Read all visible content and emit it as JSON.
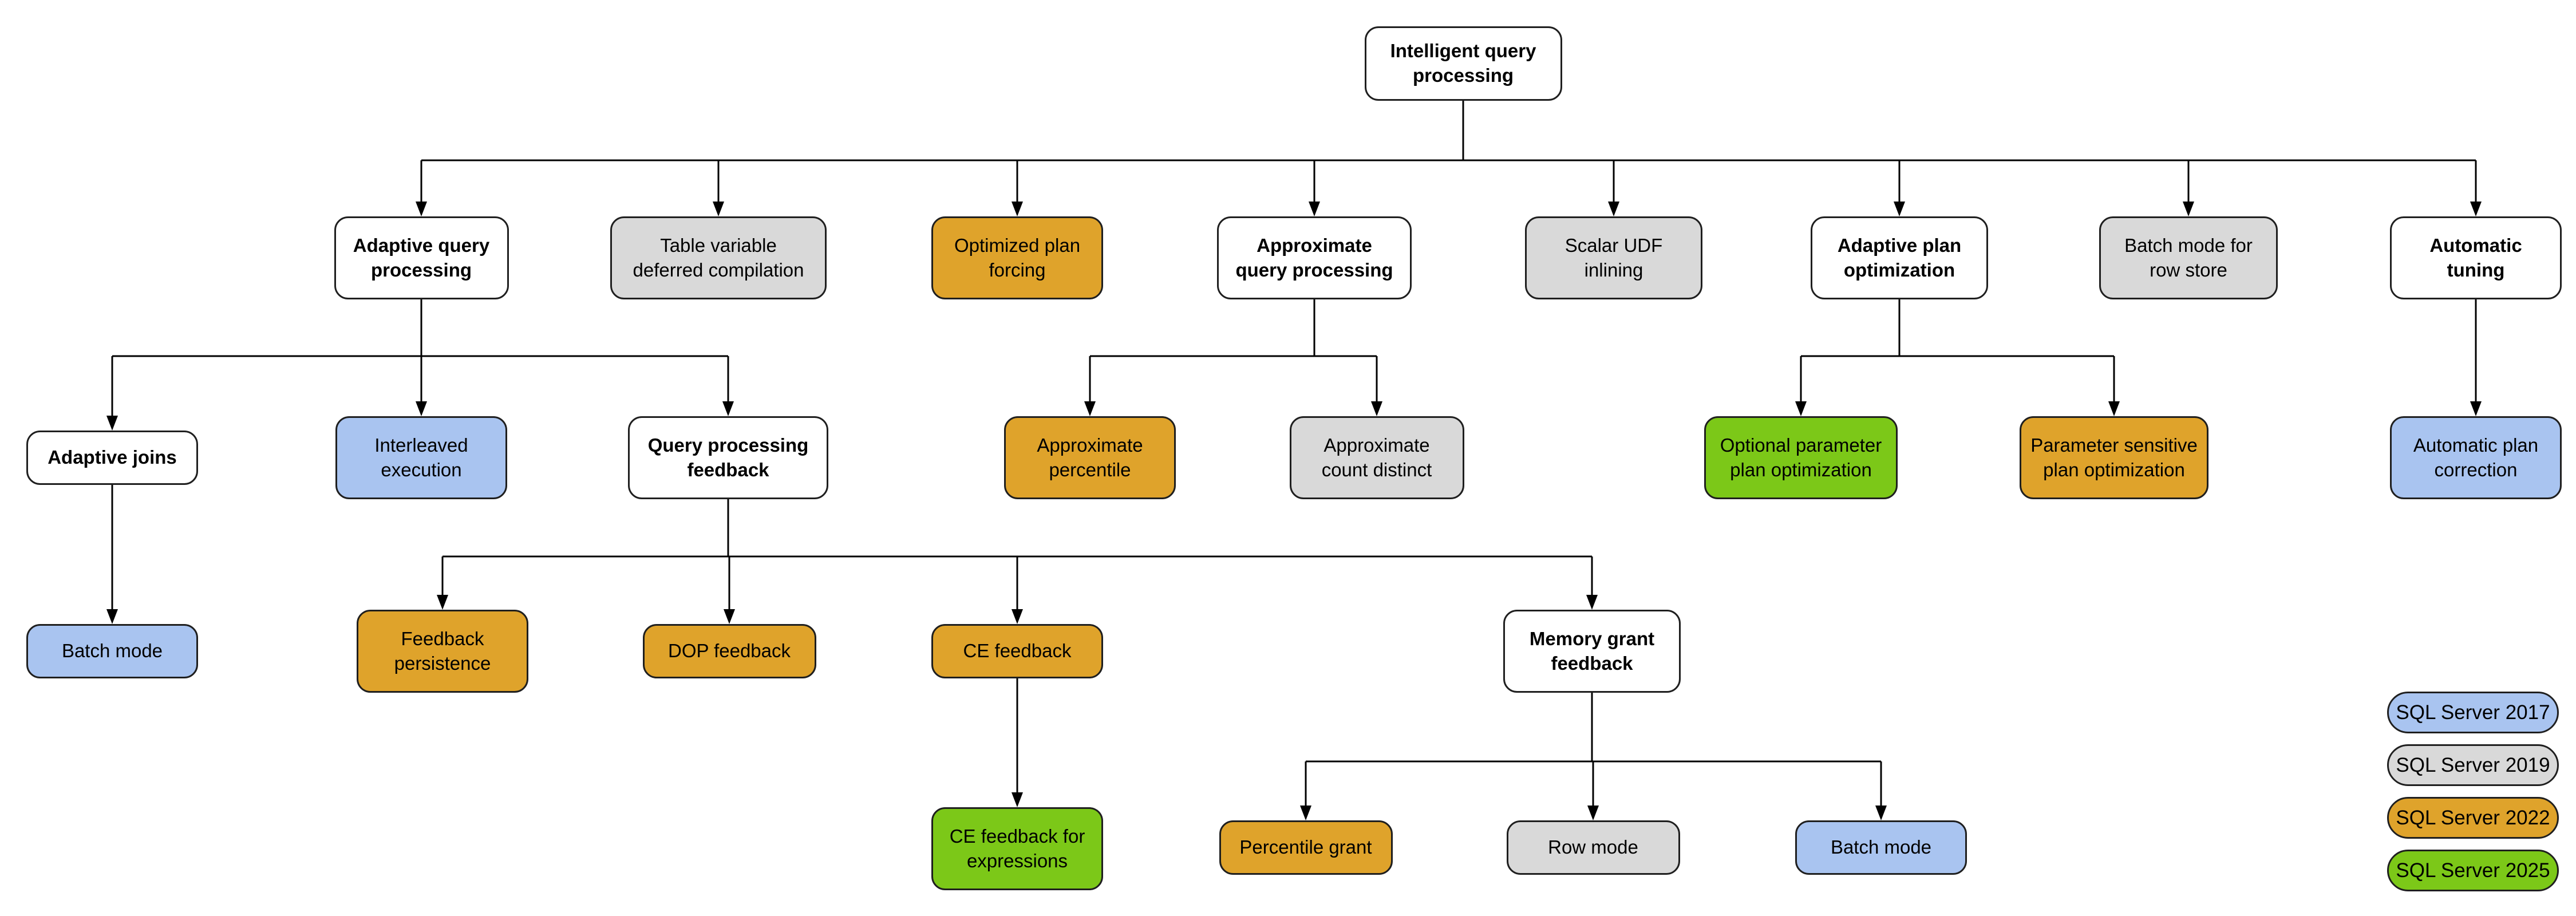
{
  "diagram": {
    "title": "Intelligent query processing",
    "nodes": [
      {
        "id": "root",
        "label": "Intelligent query\nprocessing",
        "version": "base"
      },
      {
        "id": "aqp",
        "label": "Adaptive query\nprocessing",
        "version": "base"
      },
      {
        "id": "tvdc",
        "label": "Table variable\ndeferred compilation",
        "version": "2019"
      },
      {
        "id": "opf",
        "label": "Optimized plan\nforcing",
        "version": "2022"
      },
      {
        "id": "apq",
        "label": "Approximate\nquery processing",
        "version": "base"
      },
      {
        "id": "sudf",
        "label": "Scalar UDF\ninlining",
        "version": "2019"
      },
      {
        "id": "apo",
        "label": "Adaptive plan\noptimization",
        "version": "base"
      },
      {
        "id": "bmrs",
        "label": "Batch mode for\nrow store",
        "version": "2019"
      },
      {
        "id": "at",
        "label": "Automatic\ntuning",
        "version": "base"
      },
      {
        "id": "aj",
        "label": "Adaptive joins",
        "version": "base"
      },
      {
        "id": "ie",
        "label": "Interleaved\nexecution",
        "version": "2017"
      },
      {
        "id": "qpf",
        "label": "Query processing\nfeedback",
        "version": "base"
      },
      {
        "id": "ap",
        "label": "Approximate\npercentile",
        "version": "2022"
      },
      {
        "id": "acd",
        "label": "Approximate\ncount distinct",
        "version": "2019"
      },
      {
        "id": "oppo",
        "label": "Optional parameter\nplan optimization",
        "version": "2025"
      },
      {
        "id": "pspo",
        "label": "Parameter sensitive\nplan optimization",
        "version": "2022"
      },
      {
        "id": "apc",
        "label": "Automatic plan\ncorrection",
        "version": "2017"
      },
      {
        "id": "bm1",
        "label": "Batch mode",
        "version": "2017"
      },
      {
        "id": "fp",
        "label": "Feedback\npersistence",
        "version": "2022"
      },
      {
        "id": "dop",
        "label": "DOP feedback",
        "version": "2022"
      },
      {
        "id": "cef",
        "label": "CE feedback",
        "version": "2022"
      },
      {
        "id": "mgf",
        "label": "Memory grant\nfeedback",
        "version": "base"
      },
      {
        "id": "cefe",
        "label": "CE feedback for\nexpressions",
        "version": "2025"
      },
      {
        "id": "pg",
        "label": "Percentile grant",
        "version": "2022"
      },
      {
        "id": "rm",
        "label": "Row mode",
        "version": "2019"
      },
      {
        "id": "bm2",
        "label": "Batch mode",
        "version": "2017"
      }
    ],
    "edges": [
      {
        "from": "root",
        "to": "aqp"
      },
      {
        "from": "root",
        "to": "tvdc"
      },
      {
        "from": "root",
        "to": "opf"
      },
      {
        "from": "root",
        "to": "apq"
      },
      {
        "from": "root",
        "to": "sudf"
      },
      {
        "from": "root",
        "to": "apo"
      },
      {
        "from": "root",
        "to": "bmrs"
      },
      {
        "from": "root",
        "to": "at"
      },
      {
        "from": "aqp",
        "to": "aj"
      },
      {
        "from": "aqp",
        "to": "ie"
      },
      {
        "from": "aqp",
        "to": "qpf"
      },
      {
        "from": "apq",
        "to": "ap"
      },
      {
        "from": "apq",
        "to": "acd"
      },
      {
        "from": "apo",
        "to": "oppo"
      },
      {
        "from": "apo",
        "to": "pspo"
      },
      {
        "from": "at",
        "to": "apc"
      },
      {
        "from": "aj",
        "to": "bm1"
      },
      {
        "from": "qpf",
        "to": "fp"
      },
      {
        "from": "qpf",
        "to": "dop"
      },
      {
        "from": "qpf",
        "to": "cef"
      },
      {
        "from": "qpf",
        "to": "mgf"
      },
      {
        "from": "cef",
        "to": "cefe"
      },
      {
        "from": "mgf",
        "to": "pg"
      },
      {
        "from": "mgf",
        "to": "rm"
      },
      {
        "from": "mgf",
        "to": "bm2"
      }
    ]
  },
  "legend": {
    "items": [
      {
        "label": "SQL Server 2017",
        "version": "2017"
      },
      {
        "label": "SQL Server 2019",
        "version": "2019"
      },
      {
        "label": "SQL Server 2022",
        "version": "2022"
      },
      {
        "label": "SQL Server 2025",
        "version": "2025"
      }
    ]
  },
  "colors": {
    "base": "#ffffff",
    "2017": "#a9c4f0",
    "2019": "#d9d9d9",
    "2022": "#dfa32b",
    "2025": "#7cc818",
    "line": "#000000",
    "border": "#1f1f1f"
  }
}
